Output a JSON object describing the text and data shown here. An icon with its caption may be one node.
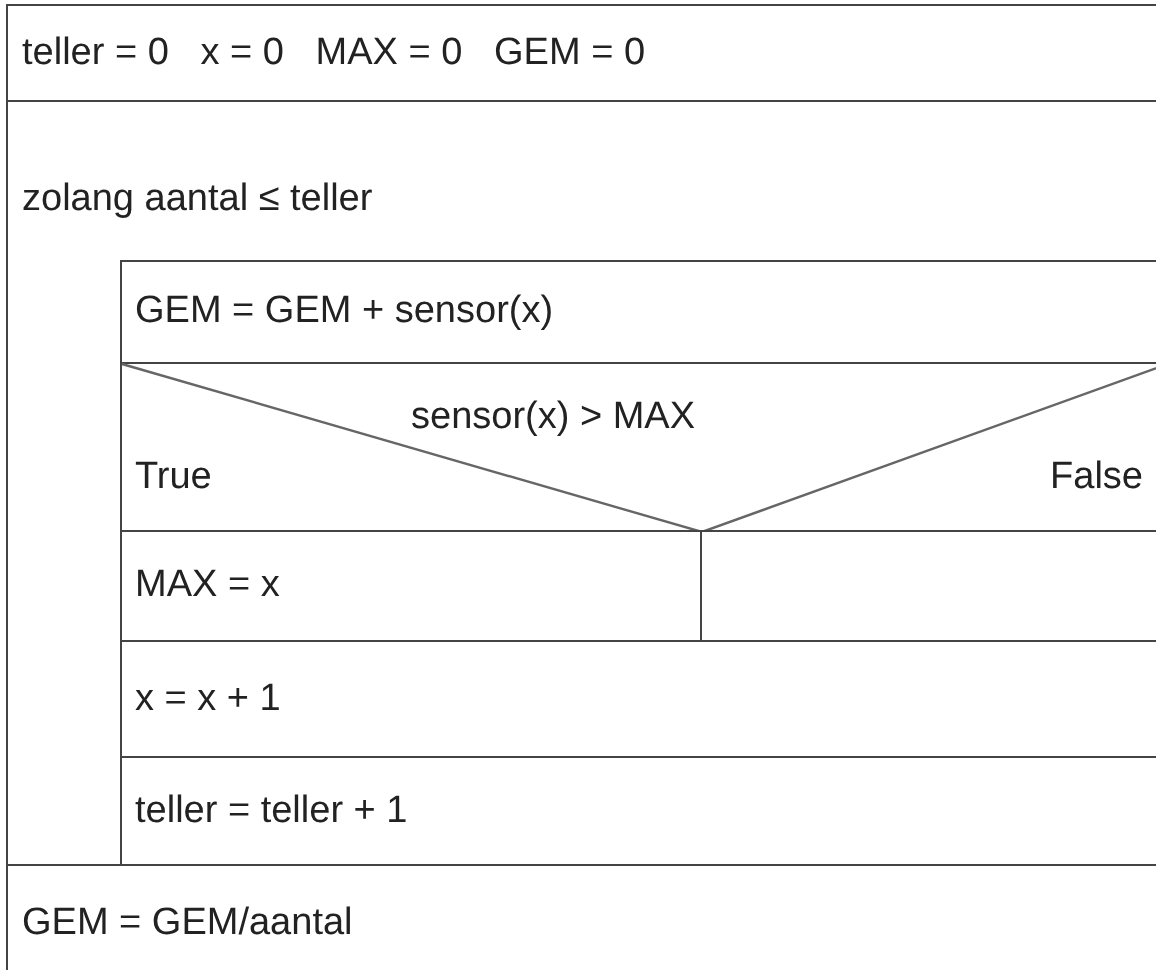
{
  "diagram": {
    "nodes": [
      {
        "text": [
          "teller = 0   x = 0   MAX = 0   GEM = 0"
        ]
      },
      {
        "text": [
          "zolang aantal ≤ teller"
        ]
      },
      {
        "text": [
          "GEM = GEM + sensor(x)"
        ],
        "in": 1
      },
      {
        "text": [
          "sensor(x) > MAX",
          "True",
          "False"
        ],
        "in": 1
      },
      {
        "text": [
          "MAX = x"
        ],
        "in": 1
      },
      {
        "text": [],
        "shape": "box",
        "in": 1
      },
      {
        "text": [
          "x = x + 1"
        ],
        "in": 1
      },
      {
        "text": [
          "teller = teller + 1"
        ],
        "in": 1
      },
      {
        "text": [
          "GEM = GEM/aantal"
        ]
      }
    ]
  }
}
